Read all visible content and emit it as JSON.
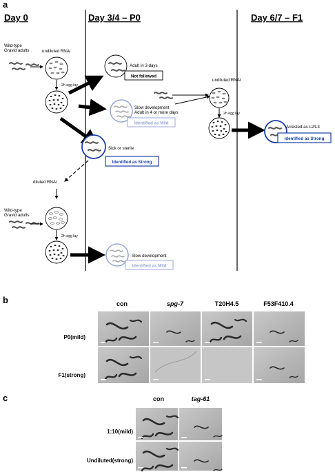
{
  "panel_a": {
    "label": "a",
    "headers": [
      "Day 0",
      "Day 3/4 – P0",
      "Day 6/7 – F1"
    ],
    "wt_label_1": "Wild-type",
    "wt_label_2": "Gravid adults",
    "undiluted_rnai": "undiluted RNAi",
    "egg_lay": "2h egg lay",
    "adult_3_days": "Adult in 3 days",
    "not_followed": "Not followed",
    "slow_dev_1": "Slow development",
    "slow_dev_2": "Adult in  4 or more days",
    "identified_mild": "Identified as Mild",
    "sick_sterile": "Sick or sterile",
    "identified_strong": "Identified as Strong",
    "diluted_rnai": "diluted RNAi",
    "slow_dev_bottom": "Slow development",
    "arrested": "Arrested as L2/L3",
    "colors": {
      "mild": "#99aadd",
      "strong": "#1a3fa8"
    }
  },
  "panel_b": {
    "label": "b",
    "columns": [
      "con",
      "spg-7",
      "T20H4.5",
      "F53F410.4"
    ],
    "rows": [
      "P0(mild)",
      "F1(strong)"
    ]
  },
  "panel_c": {
    "label": "c",
    "columns": [
      "con",
      "tag-61"
    ],
    "rows": [
      "1:10(mild)",
      "Undiluted(strong)"
    ]
  }
}
